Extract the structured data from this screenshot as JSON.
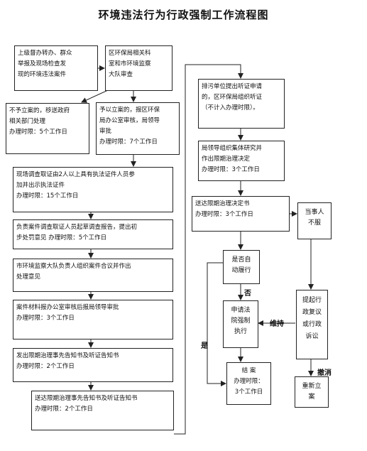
{
  "title": "环境违法行为行政强制工作流程图",
  "boxes": {
    "source": {
      "lines": [
        "上级督办转办、群众",
        "举报及现场检查发",
        "现的环境违法案件"
      ]
    },
    "review": {
      "lines": [
        "区环保局相关科",
        "室和市环境监察",
        "大队审查"
      ]
    },
    "transfer": {
      "lines": [
        "不予立案的，移送政府",
        "相关部门处理",
        "办理时限：5个工作日"
      ]
    },
    "filing": {
      "lines": [
        "予以立案的，报区环保",
        "局办公室审核，局领导",
        "审批",
        "办理时限：7个工作日"
      ]
    },
    "investigate": {
      "lines": [
        "现场调查取证由2人以上具有执法证件人员参",
        "加并出示执法证件",
        "办理时限：15个工作日"
      ]
    },
    "report": {
      "lines": [
        "负责案件调查取证人员起草调查报告，提出初",
        "步处罚意见              办理时限：5个工作日"
      ]
    },
    "meeting": {
      "lines": [
        "市环境监察大队负责人组织案件合议并作出",
        "处理意见"
      ]
    },
    "approve": {
      "lines": [
        "案件材料报办公室审核后报局领导审批",
        "办理时限：3个工作日"
      ]
    },
    "notice1": {
      "lines": [
        "发出限期治理事先告知书及听证告知书",
        "办理时限：2个工作日"
      ]
    },
    "notice2": {
      "lines": [
        "送达限期治理事先告知书及听证告知书",
        "办理时限：2个工作日"
      ]
    },
    "hearing": {
      "lines": [
        "排污单位提出听证申请",
        "的，区环保局组织听证",
        "（不计入办理时限）。"
      ]
    },
    "collective": {
      "lines": [
        "局领导组织集体研究并",
        "作出限期治理决定",
        "办理时限：3个工作日"
      ]
    },
    "deliver": {
      "lines": [
        "送达限期治理决定书",
        "办理时限：3个工作日"
      ]
    },
    "refuse": {
      "lines": [
        "当事人",
        "不服"
      ]
    },
    "selfperform": {
      "lines": [
        "是否自",
        "动履行"
      ]
    },
    "apply": {
      "lines": [
        "申请法",
        "院强制",
        "执行"
      ]
    },
    "appeal": {
      "lines": [
        "提起行",
        "政复议",
        "或行政",
        "诉讼"
      ]
    },
    "close": {
      "lines": [
        "结    案",
        "办理时限：",
        "3个工作日"
      ]
    },
    "refile": {
      "lines": [
        "重新立",
        "案"
      ]
    }
  },
  "labels": {
    "no": "否",
    "yes": "是",
    "uphold": "维持",
    "revoke": "撤消"
  }
}
